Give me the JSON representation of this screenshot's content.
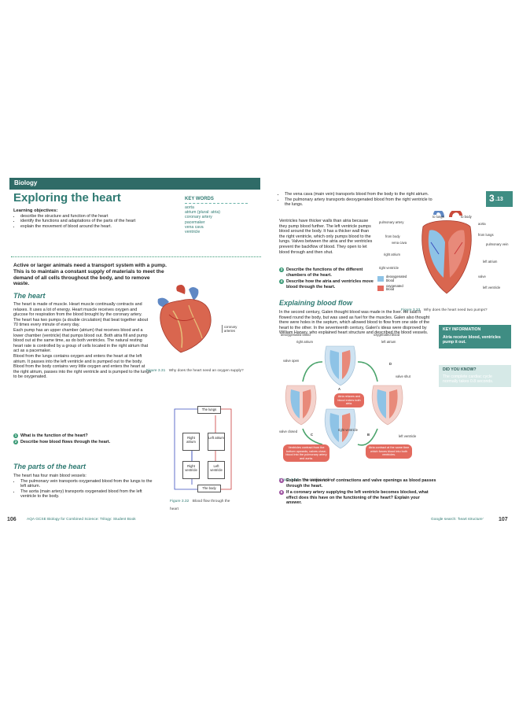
{
  "left": {
    "banner": "Biology",
    "title": "Exploring the heart",
    "objectives_heading": "Learning objectives:",
    "objectives": [
      "describe the structure and function of the heart",
      "identify the functions and adaptations of the parts of the heart",
      "explain the movement of blood around the heart."
    ],
    "key_words": {
      "heading": "KEY WORDS",
      "items": [
        "aorta",
        "atrium (plural: atria)",
        "coronary artery",
        "pacemaker",
        "vena cava",
        "ventricle"
      ]
    },
    "intro": "Active or larger animals need a transport system with a pump. This is to maintain a constant supply of materials to meet the demand of all cells throughout the body, and to remove waste.",
    "heart_heading": "The heart",
    "heart_p1": "The heart is made of muscle. Heart muscle continually contracts and relaxes. It uses a lot of energy. Heart muscle receives oxygen and glucose for respiration from the blood brought by the coronary artery.",
    "heart_p2": "The heart has two pumps (a double circulation) that beat together about 70 times every minute of every day.",
    "heart_p3": "Each pump has an upper chamber (atrium) that receives blood and a lower chamber (ventricle) that pumps blood out. Both atria fill and pump blood out at the same time, as do both ventricles. The natural resting heart rate is controlled by a group of cells located in the right atrium that act as a pacemaker.",
    "heart_p4": "Blood from the lungs contains oxygen and enters the heart at the left atrium. It passes into the left ventricle and is pumped out to the body.",
    "heart_p5": "Blood from the body contains very little oxygen and enters the heart at the right atrium, passes into the right ventricle and is pumped to the lungs to be oxygenated.",
    "q1": "What is the function of the heart?",
    "q2": "Describe how blood flows through the heart.",
    "parts_heading": "The parts of the heart",
    "parts_intro": "The heart has four main blood vessels:",
    "parts_items": [
      "The pulmonary vein transports oxygenated blood from the lungs to the left atrium.",
      "The aorta (main artery) transports oxygenated blood from the left ventricle to the body."
    ],
    "fig1_label": "coronary arteries",
    "fig1_num": "Figure 3.31",
    "fig1_caption": "Why does the heart need an oxygen supply?",
    "flow": {
      "lungs": "The lungs",
      "body": "The body",
      "ra": "Right atrium",
      "la": "Left atrium",
      "rv": "Right ventricle",
      "lv": "Left ventricle"
    },
    "fig2_num": "Figure 3.32",
    "fig2_caption": "Blood flow through the heart",
    "footer_page": "106",
    "footer_book": "AQA GCSE Biology for Combined Science: Trilogy: Student Book"
  },
  "right": {
    "badge_main": "3",
    "badge_sub": ".13",
    "bullets": [
      "The vena cava (main vein) transports blood from the body to the right atrium.",
      "The pulmonary artery transports deoxygenated blood from the right ventricle to the lungs."
    ],
    "walls_text": "Ventricles have thicker walls than atria because they pump blood further. The left ventricle pumps blood around the body. It has a thicker wall than the right ventricle, which only pumps blood to the lungs. Valves between the atria and the ventricles prevent the backflow of blood. They open to let blood through and then shut.",
    "q3": "Describe the functions of the different chambers of the heart.",
    "q4": "Describe how the atria and ventricles move blood through the heart.",
    "diagram_labels": [
      "to lungs",
      "to body",
      "pulmonary artery",
      "aorta",
      "from body",
      "from lungs",
      "vena cava",
      "pulmonary vein",
      "left atrium",
      "right atrium",
      "valve",
      "right ventricle",
      "left ventricle"
    ],
    "legend": [
      "deoxygenated blood",
      "oxygenated blood"
    ],
    "colors": {
      "deoxy": "#8ec3e6",
      "oxy": "#e36a5e",
      "teal": "#2f7a72",
      "purple": "#9b4f9e"
    },
    "explain_heading": "Explaining blood flow",
    "fig3_num": "Figure 3.33",
    "fig3_caption": "Why does the heart need two pumps?",
    "explain_text": "In the second century, Galen thought blood was made in the liver. He said it flowed round the body, but was used as fuel for the muscles. Galen also thought there were holes in the septum, which allowed blood to flow from one side of the heart to the other. In the seventeenth century, Galen's ideas were disproved by William Harvey, who explained heart structure and described the blood vessels.",
    "key_info": {
      "heading": "KEY INFORMATION",
      "text": "Atria receive blood, ventricles pump it out."
    },
    "did_you_know": {
      "heading": "DID YOU KNOW?",
      "text": "The complete cardiac cycle normally takes 0.8 seconds."
    },
    "cycle_labels": [
      "deoxygenated blood",
      "oxygenated blood",
      "right atrium",
      "left atrium",
      "valve open",
      "valve closed",
      "valve shut",
      "right ventricle",
      "left ventricle",
      "Atria relaxes and blood enters both atria.",
      "Ventricles contract from the bottom upwards, valves close; blood into the pulmonary artery and aorta.",
      "Atria contract at the same time which forces blood into both ventricles."
    ],
    "cycle_letters": [
      "A",
      "B",
      "C",
      "D"
    ],
    "fig4_num": "Figure 3.34",
    "fig4_caption": "The cardiac cycle",
    "q5": "Explain the sequence of contractions and valve openings as blood passes through the heart.",
    "q6": "If a coronary artery supplying the left ventricle becomes blocked, what effect does this have on the functioning of the heart? Explain your answer.",
    "footer_search": "Google search: 'heart structure'",
    "footer_page": "107"
  }
}
